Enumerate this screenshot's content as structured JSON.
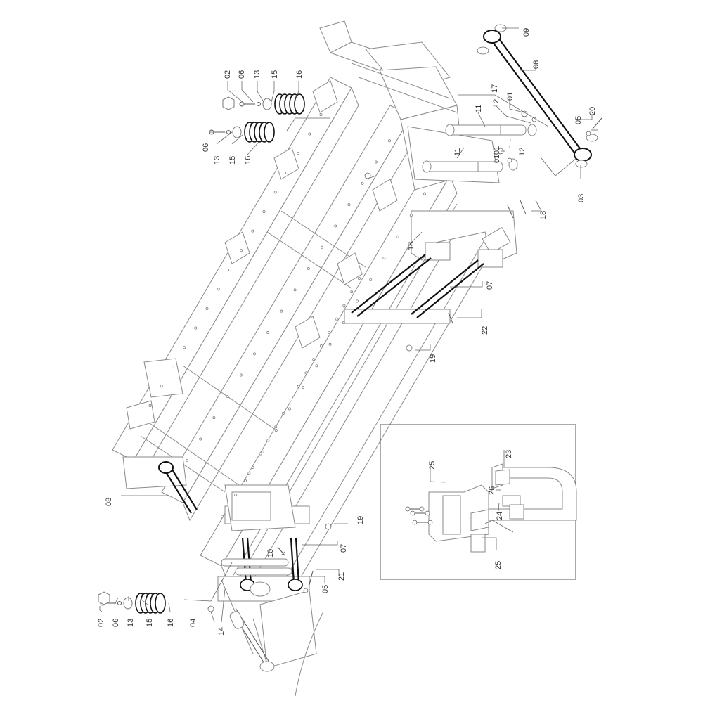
{
  "diagram": {
    "type": "exploded-parts-diagram",
    "subject": "chassis frame with suspension assembly",
    "callouts": [
      {
        "id": "c-02a",
        "label": "02"
      },
      {
        "id": "c-06a",
        "label": "06"
      },
      {
        "id": "c-13a",
        "label": "13"
      },
      {
        "id": "c-15a",
        "label": "15"
      },
      {
        "id": "c-16a",
        "label": "16"
      },
      {
        "id": "c-06b",
        "label": "06"
      },
      {
        "id": "c-13b",
        "label": "13"
      },
      {
        "id": "c-15b",
        "label": "15"
      },
      {
        "id": "c-16b",
        "label": "16"
      },
      {
        "id": "c-09",
        "label": "09"
      },
      {
        "id": "c-08a",
        "label": "08"
      },
      {
        "id": "c-17",
        "label": "17"
      },
      {
        "id": "c-11a",
        "label": "11"
      },
      {
        "id": "c-12a",
        "label": "12"
      },
      {
        "id": "c-01a",
        "label": "01"
      },
      {
        "id": "c-05a",
        "label": "05"
      },
      {
        "id": "c-20",
        "label": "20"
      },
      {
        "id": "c-11b",
        "label": "11"
      },
      {
        "id": "c-01b",
        "label": "01"
      },
      {
        "id": "c-12b",
        "label": "12"
      },
      {
        "id": "c-01c",
        "label": "01"
      },
      {
        "id": "c-03",
        "label": "03"
      },
      {
        "id": "c-18a",
        "label": "18"
      },
      {
        "id": "c-18b",
        "label": "18"
      },
      {
        "id": "c-07a",
        "label": "07"
      },
      {
        "id": "c-22",
        "label": "22"
      },
      {
        "id": "c-19a",
        "label": "19"
      },
      {
        "id": "c-08b",
        "label": "08"
      },
      {
        "id": "c-19b",
        "label": "19"
      },
      {
        "id": "c-07b",
        "label": "07"
      },
      {
        "id": "c-10",
        "label": "10"
      },
      {
        "id": "c-21",
        "label": "21"
      },
      {
        "id": "c-05b",
        "label": "05"
      },
      {
        "id": "c-02b",
        "label": "02"
      },
      {
        "id": "c-06c",
        "label": "06"
      },
      {
        "id": "c-13c",
        "label": "13"
      },
      {
        "id": "c-15c",
        "label": "15"
      },
      {
        "id": "c-16c",
        "label": "16"
      },
      {
        "id": "c-04",
        "label": "04"
      },
      {
        "id": "c-14",
        "label": "14"
      }
    ],
    "inset": {
      "callouts": [
        {
          "id": "c-23",
          "label": "23"
        },
        {
          "id": "c-25a",
          "label": "25"
        },
        {
          "id": "c-26",
          "label": "26"
        },
        {
          "id": "c-24",
          "label": "24"
        },
        {
          "id": "c-25b",
          "label": "25"
        }
      ]
    }
  }
}
